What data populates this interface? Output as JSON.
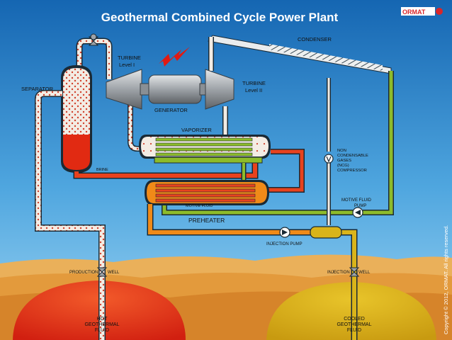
{
  "title": "Geothermal Combined Cycle Power Plant",
  "brand": {
    "logo_text": "ORMAT",
    "copyright": "Copyright © 2012, ORMAT. All rights reserved."
  },
  "labels": {
    "separator": "SEPARATOR",
    "turbine1_line1": "TURBINE",
    "turbine1_line2": "Level I",
    "turbine2_line1": "TURBINE",
    "turbine2_line2": "Level II",
    "generator": "GENERATOR",
    "condenser": "CONDENSER",
    "vaporizer": "VAPORIZER",
    "brine": "BRINE",
    "motive_fluid": "MOTIVE FLUID",
    "preheater": "PREHEATER",
    "ncg_line1": "NON",
    "ncg_line2": "CONDENSABLE",
    "ncg_line3": "GASES",
    "ncg_line4": "(NCG)",
    "ncg_line5": "COMPRESSOR",
    "pump_line1": "MOTIVE FLUID",
    "pump_line2": "PUMP",
    "injection_pump": "INJECTION  PUMP",
    "production_well_left": "PRODUCTION",
    "production_well_right": "WELL",
    "injection_well_left": "INJECTION",
    "injection_well_right": "WELL",
    "hot_line1": "HOT",
    "hot_line2": "GEOTHERMAL",
    "hot_line3": "FLUID",
    "cooled_line1": "COOLED",
    "cooled_line2": "GEOTHERMAL",
    "cooled_line3": "FLUID"
  },
  "colors": {
    "sky_top": "#1a6fb8",
    "sky_bottom": "#7fc6ef",
    "ground": "#e9a24a",
    "hot_fluid": "#e6341a",
    "cooled_fluid": "#d9b41a",
    "brine": "#e8421e",
    "preheat": "#f08a18",
    "motive_green": "#8dbb2a",
    "steel": "#b8bcc0",
    "title": "#ffffff",
    "logo": "#d8262a"
  }
}
